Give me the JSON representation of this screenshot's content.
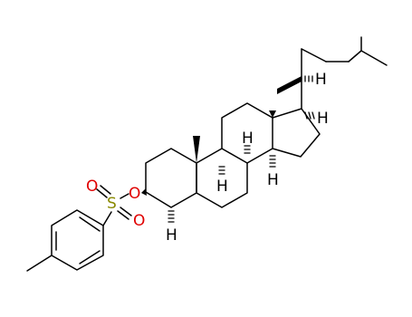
{
  "molecule": {
    "atom_labels": {
      "oxygen_ether": "O",
      "sulfur": "S",
      "oxygen_s_upper": "O",
      "oxygen_s_lower": "O",
      "h_c5": "H",
      "h_c8": "H",
      "h_c9": "H",
      "h_c14": "H",
      "h_c17": "H",
      "h_c20": "H"
    },
    "colors": {
      "bond": "#000000",
      "carbon_hydrogen": "#000000",
      "oxygen": "#e00000",
      "sulfur": "#8a8a00"
    }
  }
}
